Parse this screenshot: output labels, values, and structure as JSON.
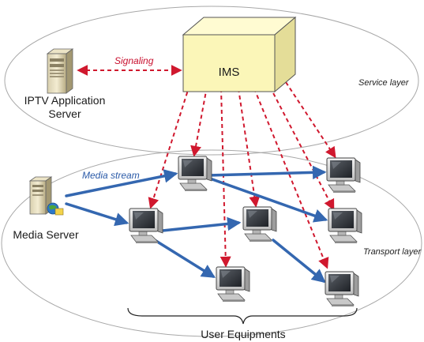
{
  "labels": {
    "ims": "IMS",
    "iptv_server_line1": "IPTV Application",
    "iptv_server_line2": "Server",
    "signaling": "Signaling",
    "service_layer": "Service layer",
    "media_stream": "Media stream",
    "media_server": "Media Server",
    "transport_layer": "Transport layer",
    "user_equipments": "User Equipments"
  },
  "colors": {
    "signaling": "#d0182e",
    "media_stream": "#3467b0",
    "ims_fill": "#fbf6b8",
    "ellipse_stroke": "#a8a8a8"
  },
  "icons": {
    "iptv_server": "server-tower-icon",
    "media_server": "media-server-icon",
    "user_equipment": "computer-monitor-icon"
  }
}
